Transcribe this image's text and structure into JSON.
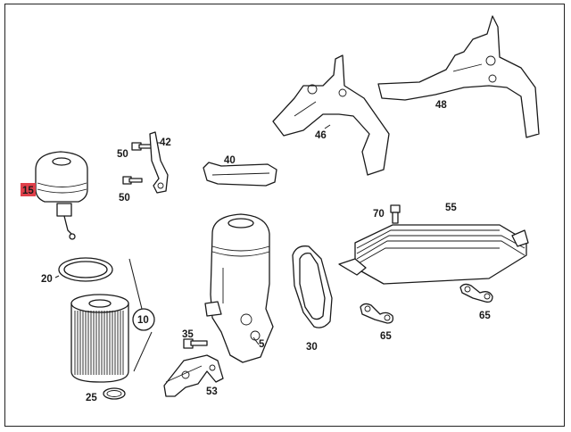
{
  "diagram": {
    "highlight_color": "#e0404a",
    "callouts": {
      "p15": "15",
      "p20": "20",
      "p10": "10",
      "p25": "25",
      "p50a": "50",
      "p50b": "50",
      "p42": "42",
      "p40": "40",
      "p46": "46",
      "p48": "48",
      "p70": "70",
      "p55": "55",
      "p65a": "65",
      "p65b": "65",
      "p35": "35",
      "p5": "5",
      "p30": "30",
      "p53": "53"
    }
  }
}
